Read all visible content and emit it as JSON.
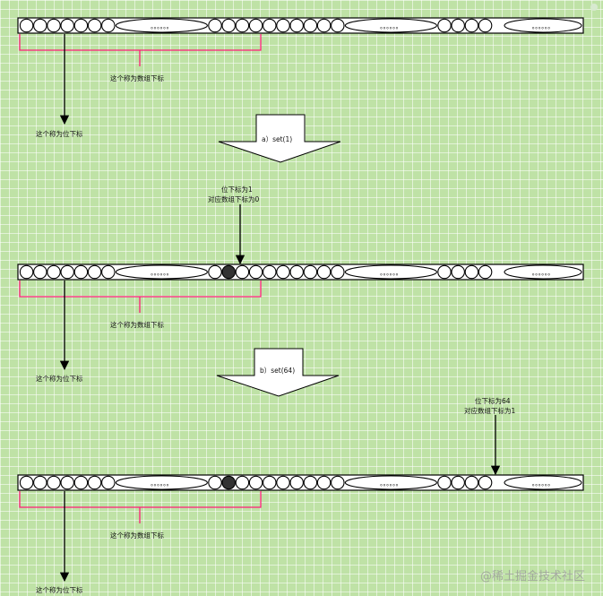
{
  "rows": [
    {
      "id": "row-initial",
      "bit_label": "这个称为位下标",
      "array_label": "这个称为数组下标"
    },
    {
      "id": "row-after-set-1",
      "bit_label": "这个称为位下标",
      "array_label": "这个称为数组下标",
      "pointer_lines": [
        "位下标为1",
        "对应数组下标为0"
      ]
    },
    {
      "id": "row-after-set-64",
      "bit_label": "这个称为位下标",
      "array_label": "这个称为数组下标",
      "pointer_lines": [
        "位下标为64",
        "对应数组下标为1"
      ]
    }
  ],
  "steps": [
    {
      "label": "a）set(1)"
    },
    {
      "label": "b）set(64)"
    }
  ],
  "ellipsis_text": "。。。。。。",
  "watermark": "@稀土掘金技术社区",
  "colors": {
    "background": "#bfe2a6",
    "bracket": "#ff1e78",
    "set_bit": "#333333",
    "outline": "#000000"
  }
}
